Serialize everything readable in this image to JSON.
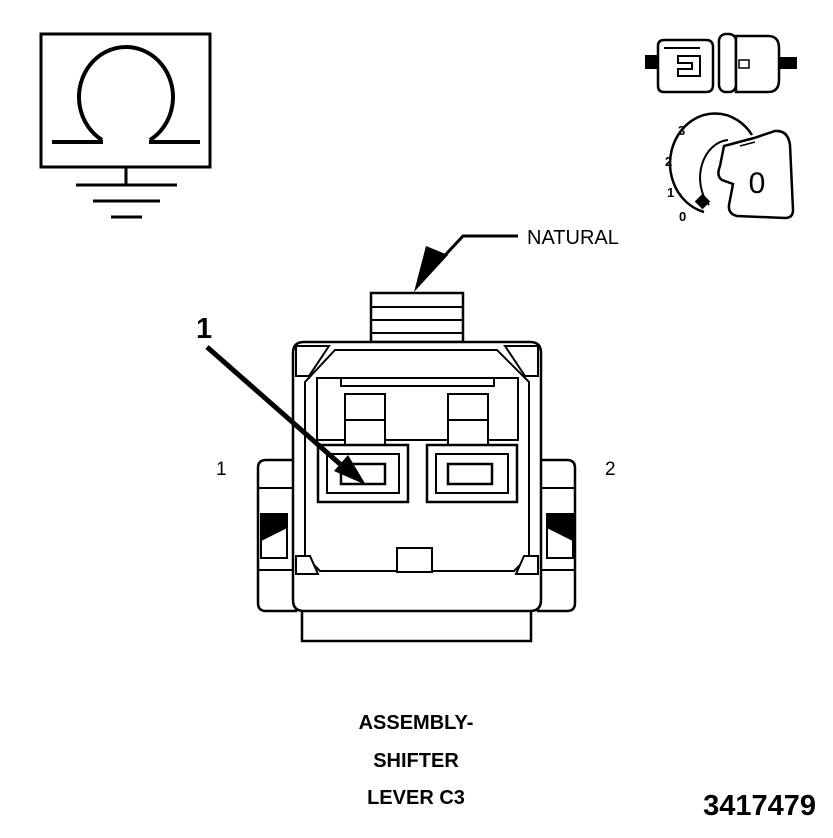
{
  "labels": {
    "color_callout": "NATURAL",
    "callout_number": "1",
    "pin_left": "1",
    "pin_right": "2"
  },
  "title": {
    "line1": "ASSEMBLY-",
    "line2": "SHIFTER",
    "line3": "LEVER C3"
  },
  "figure_number": "3417479",
  "key_icon": {
    "key_label": "0",
    "positions": [
      "3",
      "2",
      "1",
      "0"
    ]
  },
  "icons": {
    "ohm_ground": "ohmmeter-ground-symbol",
    "connector_pair": "disconnected-connector-icon",
    "ignition_key": "ignition-key-off-icon"
  }
}
